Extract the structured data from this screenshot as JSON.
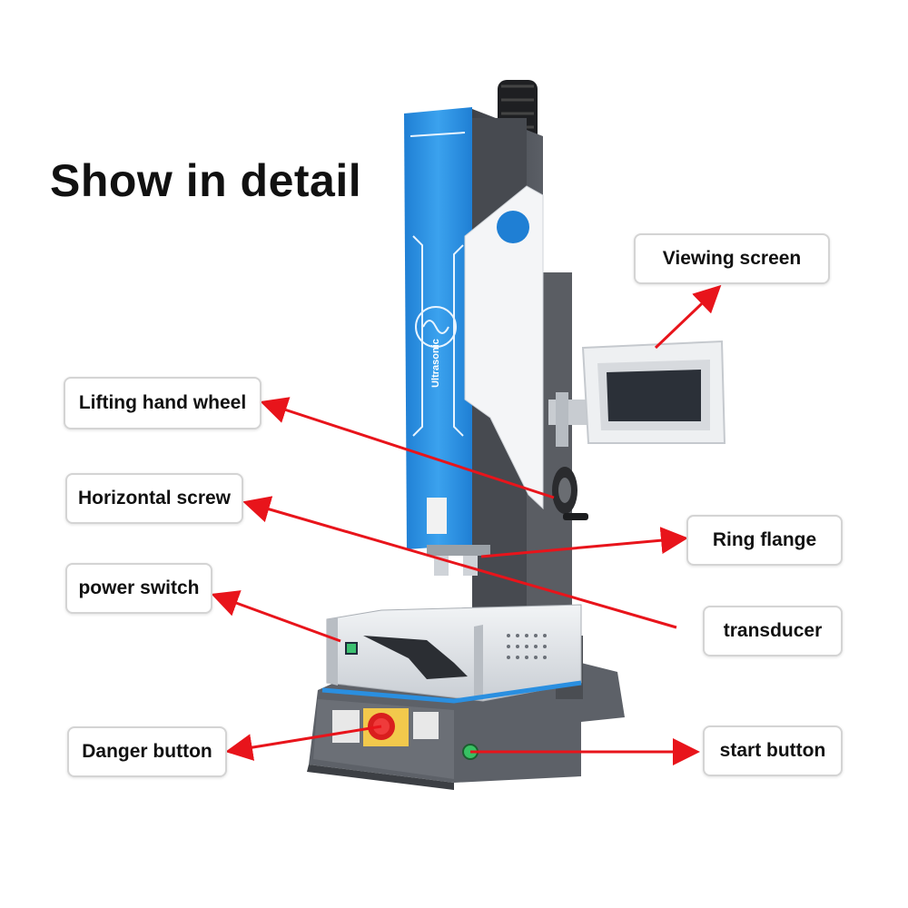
{
  "title": "Show in detail",
  "brand_text": "Ultrasonic",
  "labels": {
    "viewing_screen": "Viewing screen",
    "lifting_hand_wheel": "Lifting hand wheel",
    "horizontal_screw": "Horizontal screw",
    "power_switch": "power switch",
    "danger_button": "Danger button",
    "ring_flange": "Ring flange",
    "transducer": "transducer",
    "start_button": "start button"
  },
  "colors": {
    "arrow": "#e8141b",
    "blue_panel": "#2a8fe0",
    "body_dark": "#4b4e55",
    "label_border": "#d4d4d4"
  }
}
